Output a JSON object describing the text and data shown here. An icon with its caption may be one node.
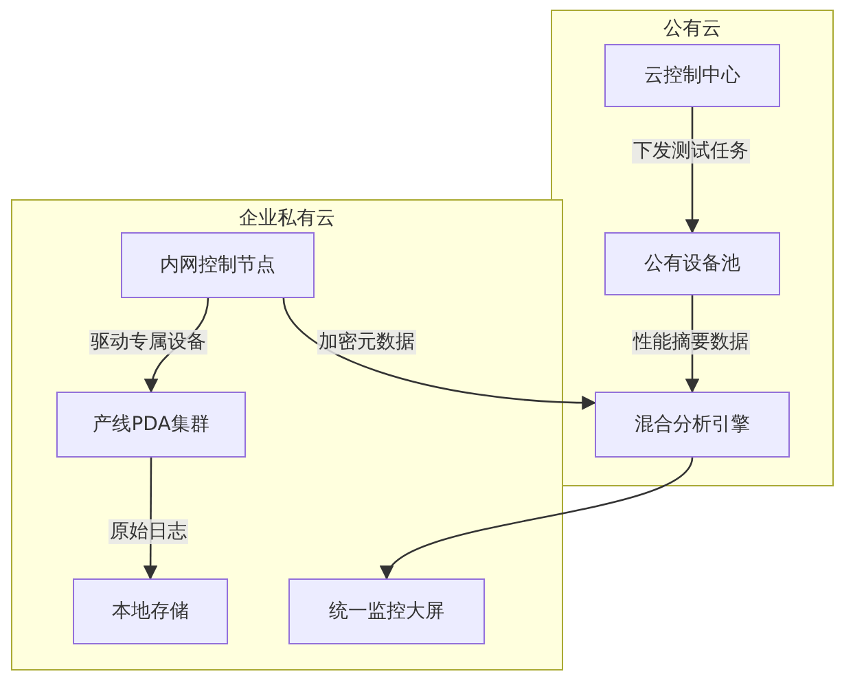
{
  "diagram": {
    "nodes": [
      {
        "text": [
          "公有云"
        ]
      },
      {
        "text": [
          "云控制中心"
        ],
        "in": 0
      },
      {
        "text": [
          "公有设备池"
        ],
        "in": 0
      },
      {
        "text": [
          "混合分析引擎"
        ],
        "in": 0
      },
      {
        "text": [
          "企业私有云"
        ]
      },
      {
        "text": [
          "内网控制节点"
        ],
        "in": 4
      },
      {
        "text": [
          "产线PDA集群"
        ],
        "in": 4
      },
      {
        "text": [
          "本地存储"
        ],
        "in": 4
      },
      {
        "text": [
          "统一监控大屏"
        ],
        "in": 4
      }
    ],
    "edges": [
      {
        "from": 1,
        "to": 2,
        "arrow": "to",
        "label": "下发测试任务"
      },
      {
        "from": 2,
        "to": 3,
        "arrow": "to",
        "label": "性能摘要数据"
      },
      {
        "from": 5,
        "to": 6,
        "arrow": "to",
        "label": "驱动专属设备"
      },
      {
        "from": 5,
        "to": 3,
        "arrow": "to",
        "label": "加密元数据"
      },
      {
        "from": 6,
        "to": 7,
        "arrow": "to",
        "label": "原始日志"
      },
      {
        "from": 3,
        "to": 8,
        "arrow": "to"
      }
    ]
  }
}
